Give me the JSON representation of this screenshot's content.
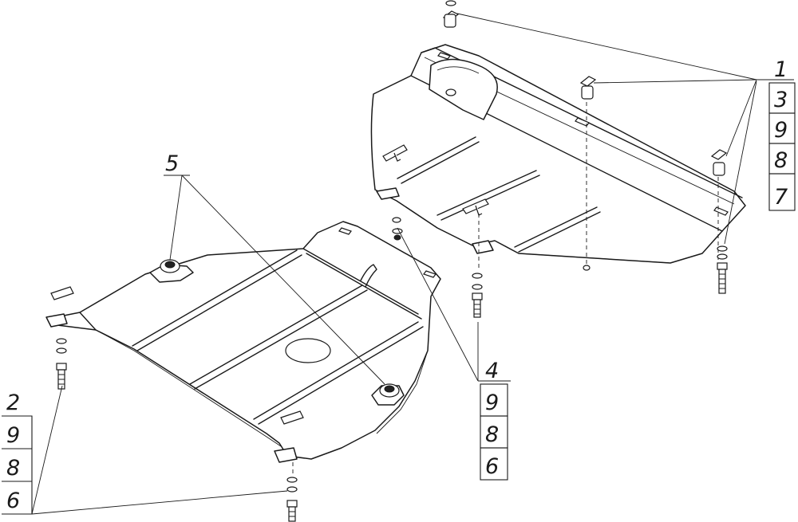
{
  "callouts": {
    "stack_right": [
      "1",
      "3",
      "9",
      "8",
      "7"
    ],
    "stack_middle": [
      "4",
      "9",
      "8",
      "6"
    ],
    "stack_left": [
      "2",
      "9",
      "8",
      "6"
    ],
    "label_5": "5"
  },
  "colors": {
    "line": "#1a1a1a",
    "background": "#ffffff"
  }
}
